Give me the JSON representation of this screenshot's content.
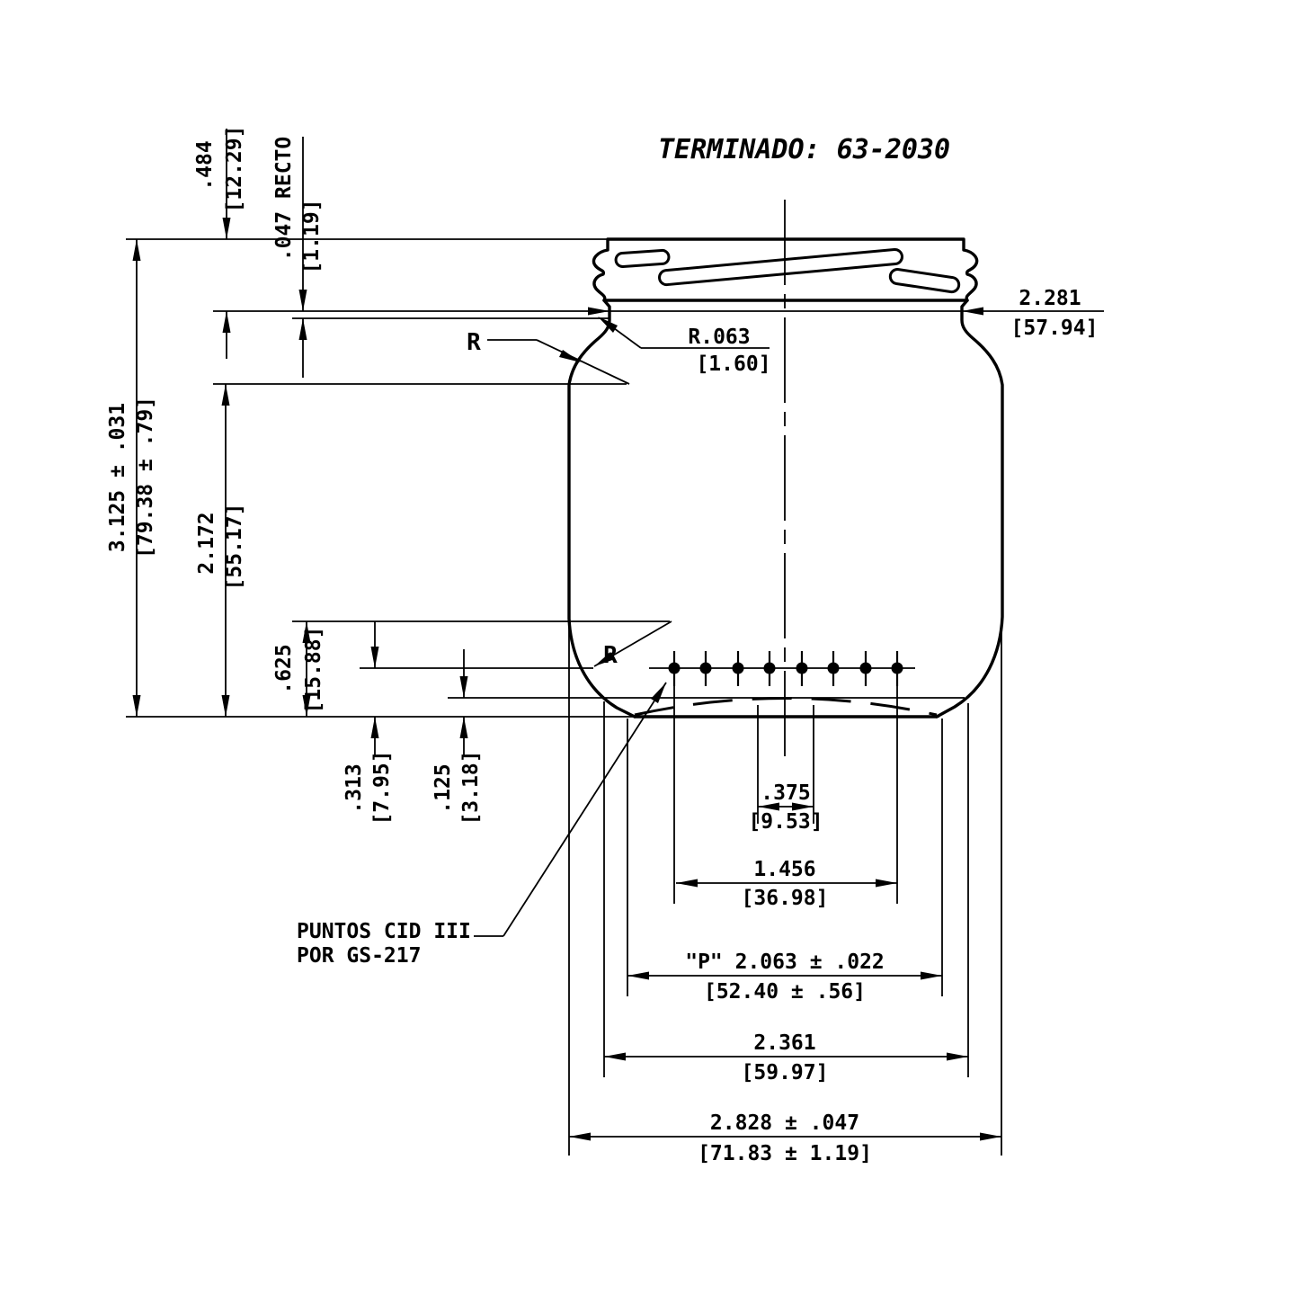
{
  "title": "TERMINADO: 63-2030",
  "note": {
    "line1": "PUNTOS CID III",
    "line2": "POR GS-217"
  },
  "radius_label": "R",
  "colors": {
    "ink": "#000000",
    "background": "#ffffff"
  },
  "dims": {
    "finish_height": {
      "in": ".484",
      "mm": "[12.29]"
    },
    "straight": {
      "in": ".047 RECTO",
      "mm": "[1.19]"
    },
    "overall_height": {
      "in": "3.125 ± .031",
      "mm": "[79.38 ± .79]"
    },
    "body_height": {
      "in": "2.172",
      "mm": "[55.17]"
    },
    "heel_height": {
      "in": ".625",
      "mm": "[15.88]"
    },
    "cid_height": {
      "in": ".313",
      "mm": "[7.95]"
    },
    "pushup_height": {
      "in": ".125",
      "mm": "[3.18]"
    },
    "neck_radius": {
      "in": "R.063",
      "mm": "[1.60]"
    },
    "finish_dia": {
      "in": "2.281",
      "mm": "[57.94]"
    },
    "base_flat": {
      "in": ".375",
      "mm": "[9.53]"
    },
    "cid_span": {
      "in": "1.456",
      "mm": "[36.98]"
    },
    "p_dia": {
      "in": "\"P\" 2.063 ± .022",
      "mm": "[52.40 ± .56]"
    },
    "base_dia": {
      "in": "2.361",
      "mm": "[59.97]"
    },
    "body_dia": {
      "in": "2.828 ± .047",
      "mm": "[71.83 ± 1.19]"
    }
  }
}
